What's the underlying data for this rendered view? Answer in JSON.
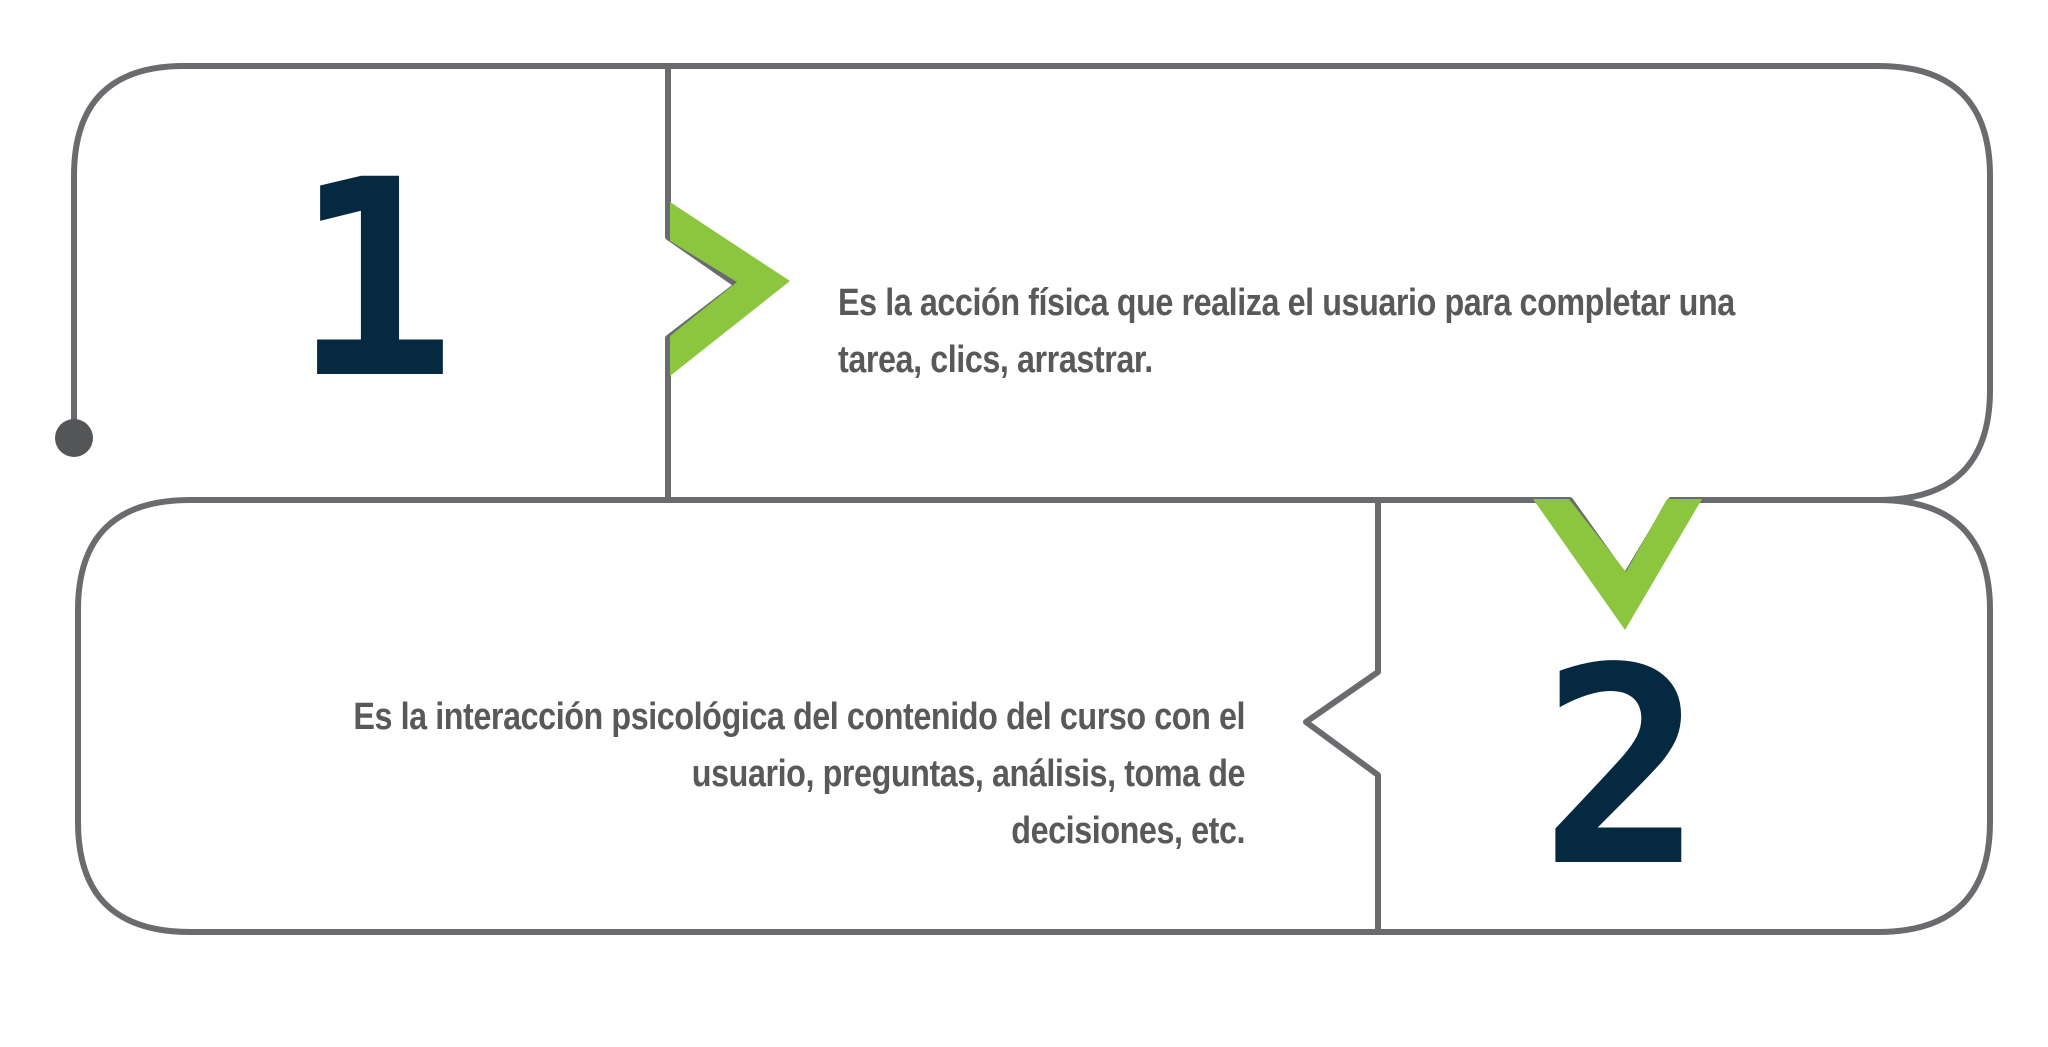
{
  "diagram": {
    "title": "",
    "type": "numbered-steps-infographic",
    "background": "#FFFFFF",
    "colors": {
      "outline_gray": "#6A6B6E",
      "accent_green": "#8CC63F",
      "number_navy": "#052940",
      "text_gray": "#58595B",
      "dot_gray": "#545557"
    },
    "steps": [
      {
        "number": "1",
        "chevron_icon": "chevron-right",
        "description_lines": [
          "Es la acción física que realiza el usuario para completar una",
          "tarea, clics, arrastrar."
        ]
      },
      {
        "number": "2",
        "chevron_icon": "chevron-down",
        "description_lines": [
          "Es la interacción psicológica del contenido del curso con el",
          "usuario, preguntas, análisis, toma de",
          "decisiones, etc."
        ]
      }
    ]
  }
}
